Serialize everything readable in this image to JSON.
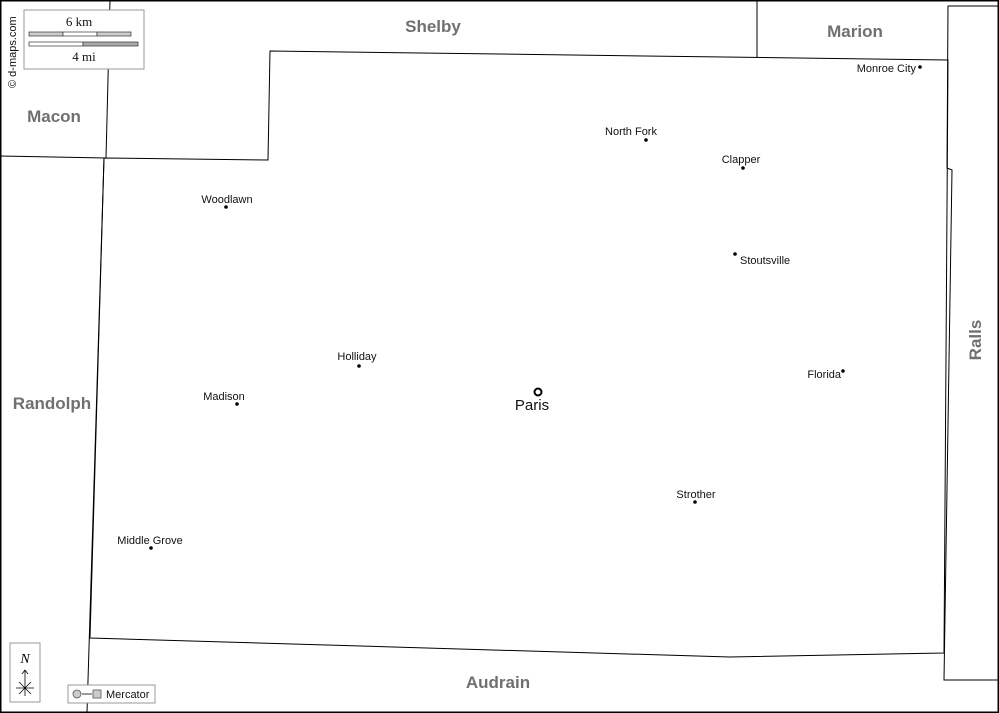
{
  "neighbors": {
    "shelby": "Shelby",
    "marion": "Marion",
    "macon": "Macon",
    "randolph": "Randolph",
    "ralls": "Ralls",
    "audrain": "Audrain"
  },
  "places": {
    "monroe_city": "Monroe City",
    "north_fork": "North Fork",
    "clapper": "Clapper",
    "woodlawn": "Woodlawn",
    "stoutsville": "Stoutsville",
    "holliday": "Holliday",
    "madison": "Madison",
    "paris": "Paris",
    "florida": "Florida",
    "strother": "Strother",
    "middle_grove": "Middle Grove"
  },
  "scale": {
    "km": "6 km",
    "mi": "4 mi"
  },
  "credit": "© d-maps.com",
  "compass": "N",
  "projection": "Mercator"
}
